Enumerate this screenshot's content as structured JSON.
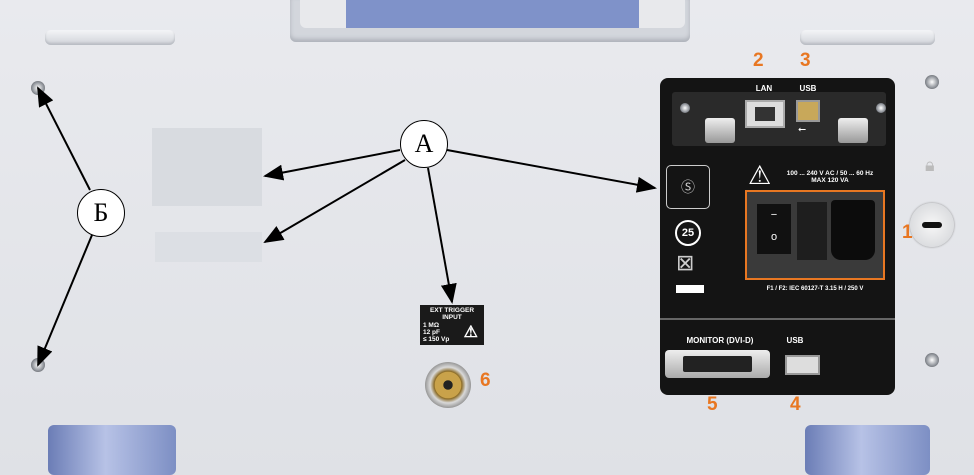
{
  "callouts": {
    "a": "А",
    "b": "Б"
  },
  "numbers": {
    "n1": "1",
    "n2": "2",
    "n3": "3",
    "n4": "4",
    "n5": "5",
    "n6": "6"
  },
  "panel": {
    "lan": "LAN",
    "usb_top": "USB",
    "power_rating": "100 ... 240 V AC / 50 ... 60 Hz",
    "power_max": "MAX 120 VA",
    "fuse": "F1 / F2: IEC 60127-T 3.15 H / 250 V",
    "monitor": "MONITOR (DVI-D)",
    "usb_bottom": "USB",
    "rohs": "25"
  },
  "trigger": {
    "title1": "EXT TRIGGER",
    "title2": "INPUT",
    "spec1": "1 MΩ",
    "spec2": "12 pF",
    "spec3": "≤ 150 Vp"
  },
  "colors": {
    "accent": "#e87722",
    "panel": "#141414",
    "body": "#e4e6ea",
    "handle": "#7f92c9"
  }
}
